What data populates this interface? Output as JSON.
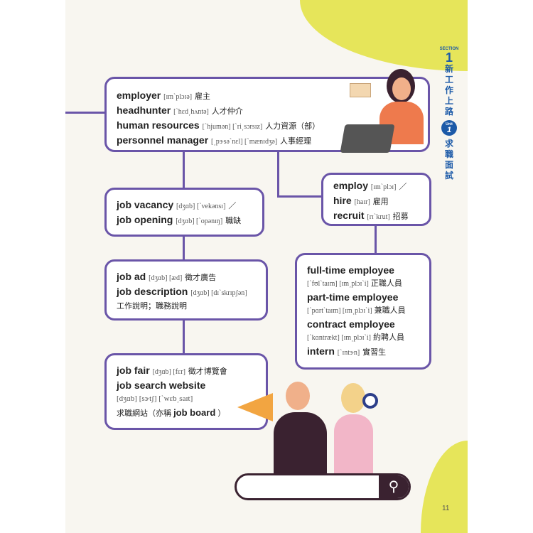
{
  "sidebar": {
    "section_label": "SECTION",
    "section_number": "1",
    "section_title": [
      "新",
      "工",
      "作",
      "上",
      "路"
    ],
    "unit_label": "Unit",
    "unit_number": "1",
    "unit_title": [
      "求",
      "職",
      "面",
      "試"
    ]
  },
  "boxes": {
    "top": [
      {
        "word": "employer",
        "ipa": "[ɪmˋplɔɪə]",
        "zh": "雇主"
      },
      {
        "word": "headhunter",
        "ipa": "[ˋhɛd͵hʌntə]",
        "zh": "人才仲介"
      },
      {
        "word": "human resources",
        "ipa": "[ˋhjumən] [ˋri͵sɔrsɪz]",
        "zh": "人力資源（部）"
      },
      {
        "word": "personnel manager",
        "ipa": "[͵pɝsəˋnɛl] [ˋmænɪdʒə]",
        "zh": "人事經理"
      }
    ],
    "vacancy": [
      {
        "word": "job vacancy",
        "ipa": "[dʒɑb] [ˋvekənsɪ]",
        "zh": "／"
      },
      {
        "word": "job opening",
        "ipa": "[dʒɑb] [ˋopənɪŋ]",
        "zh": "職缺"
      }
    ],
    "ad": {
      "line1": {
        "word": "job ad",
        "ipa": "[dʒɑb] [æd]",
        "zh": "徵才廣告"
      },
      "line2": {
        "word": "job description",
        "ipa": "[dʒɑb] [dɪˋskrɪpʃən]"
      },
      "line3": "工作說明；職務說明"
    },
    "fair": {
      "line1": {
        "word": "job fair",
        "ipa": "[dʒɑb] [fɛr]",
        "zh": "徵才博覽會"
      },
      "line2": "job search website",
      "line3": "[dʒɑb] [sɝtʃ] [ˋwɛb͵saɪt]",
      "line4_zh": "求職網站（亦稱",
      "line4_word": "job board",
      "line4_end": "）"
    },
    "employ": [
      {
        "word": "employ",
        "ipa": "[ɪmˋplɔɪ]",
        "zh": "／"
      },
      {
        "word": "hire",
        "ipa": "[haɪr]",
        "zh": "雇用"
      },
      {
        "word": "recruit",
        "ipa": "[rɪˋkrut]",
        "zh": "招募"
      }
    ],
    "employees": [
      {
        "word": "full-time employee",
        "ipa": "[ˋfʊlˋtaɪm] [ɪm͵plɔɪˋi]",
        "zh": "正職人員"
      },
      {
        "word": "part-time employee",
        "ipa": "[ˋpɑrtˋtaɪm] [ɪm͵plɔɪˋi]",
        "zh": "兼職人員"
      },
      {
        "word": "contract employee",
        "ipa": "[ˋkɑntrækt] [ɪm͵plɔɪˋi]",
        "zh": "約聘人員"
      }
    ],
    "intern": {
      "word": "intern",
      "ipa": "[ˋɪntɝn]",
      "zh": "實習生"
    }
  },
  "page_number": "11",
  "colors": {
    "border": "#6a55a8",
    "accent": "#1c5aa8",
    "blob": "#e6e55a"
  }
}
